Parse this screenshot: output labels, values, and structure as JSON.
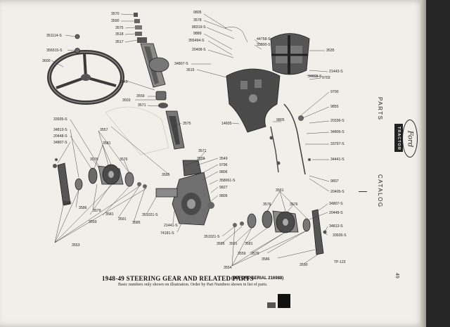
{
  "caption": {
    "title": "1948-49 STEERING GEAR AND RELATED PARTS",
    "subtitle": "(BEFORE SERIAL 216988)",
    "note": "Basic numbers only shown on illustration. Order by Part Numbers shown in list of parts."
  },
  "ref_code": "TP-123",
  "page_number": "49",
  "sidebar": {
    "parts": "PARTS",
    "tractor": "TRACTOR",
    "catalog": "CATALOG",
    "logo": "Ford"
  },
  "labels": {
    "l3570": "3570",
    "l3590a": "3590",
    "l3575a": "3575",
    "l3518": "3518",
    "l3517": "3517",
    "l351114": "351114-S",
    "l356515": "356515-S",
    "l3600": "3600",
    "l9805a": "9805",
    "l3578": "3578",
    "l88319": "88319-S",
    "l9889": "9889",
    "l355494": "355494-S",
    "l20408": "20408-S",
    "l34807a": "34807-S",
    "l3515": "3515",
    "l44758": "44758-S",
    "l33800": "33800-S",
    "l3535": "3535",
    "l21443": "21443-S",
    "l34808": "34808-S",
    "l9703": "9703",
    "l9700": "9700",
    "l9855": "9855",
    "l20336": "20336-S",
    "l34806": "34806-S",
    "l33797": "33797-S",
    "l34441": "34441-S",
    "l9807": "9807",
    "l20405": "20405-S",
    "l14605": "14605",
    "l9805b": "9805",
    "l3545": "3545",
    "l3559a": "3559",
    "l3503": "3503",
    "l3571a": "3571",
    "l3575b": "3575",
    "l33935a": "33935-S",
    "l34813a": "34813-S",
    "l20448a": "20448-S",
    "l34807b": "34807-S",
    "l3557": "3557",
    "l3581a": "3581",
    "l3576a": "3576",
    "l3576b": "3576",
    "l3595": "3595",
    "l3571b": "3571",
    "l3555": "3555",
    "l3549": "3549",
    "l9796": "9796",
    "l9806": "9806",
    "l358061": "358061-S",
    "l9827": "9827",
    "l9805c": "9805",
    "l3590b": "3590",
    "l3586a": "3586",
    "l3579a": "3579",
    "l3581b": "3581",
    "l3559b": "3559",
    "l3591a": "3591",
    "l3585a": "3585",
    "l351021a": "351021-S",
    "l21441": "21441-S",
    "l74181": "74181-S",
    "l3553": "3553",
    "l3561": "3561",
    "l3576c": "3576",
    "l3576d": "3576",
    "l34807c": "34807-S",
    "l20448b": "20448-S",
    "l34813b": "34813-S",
    "l33935b": "33935-S",
    "l351021b": "351021-S",
    "l3585b": "3585",
    "l3591b": "3591",
    "l3581c": "3581",
    "l3559c": "3559",
    "l3579b": "3579",
    "l3586b": "3586",
    "l3590c": "3590",
    "l3554": "3554"
  },
  "colors": {
    "paper": "#f0efe9",
    "ink": "#222222",
    "part_gray": "#6b6b6b",
    "part_dark": "#3a3a3a",
    "background": "#2a2a2a"
  }
}
